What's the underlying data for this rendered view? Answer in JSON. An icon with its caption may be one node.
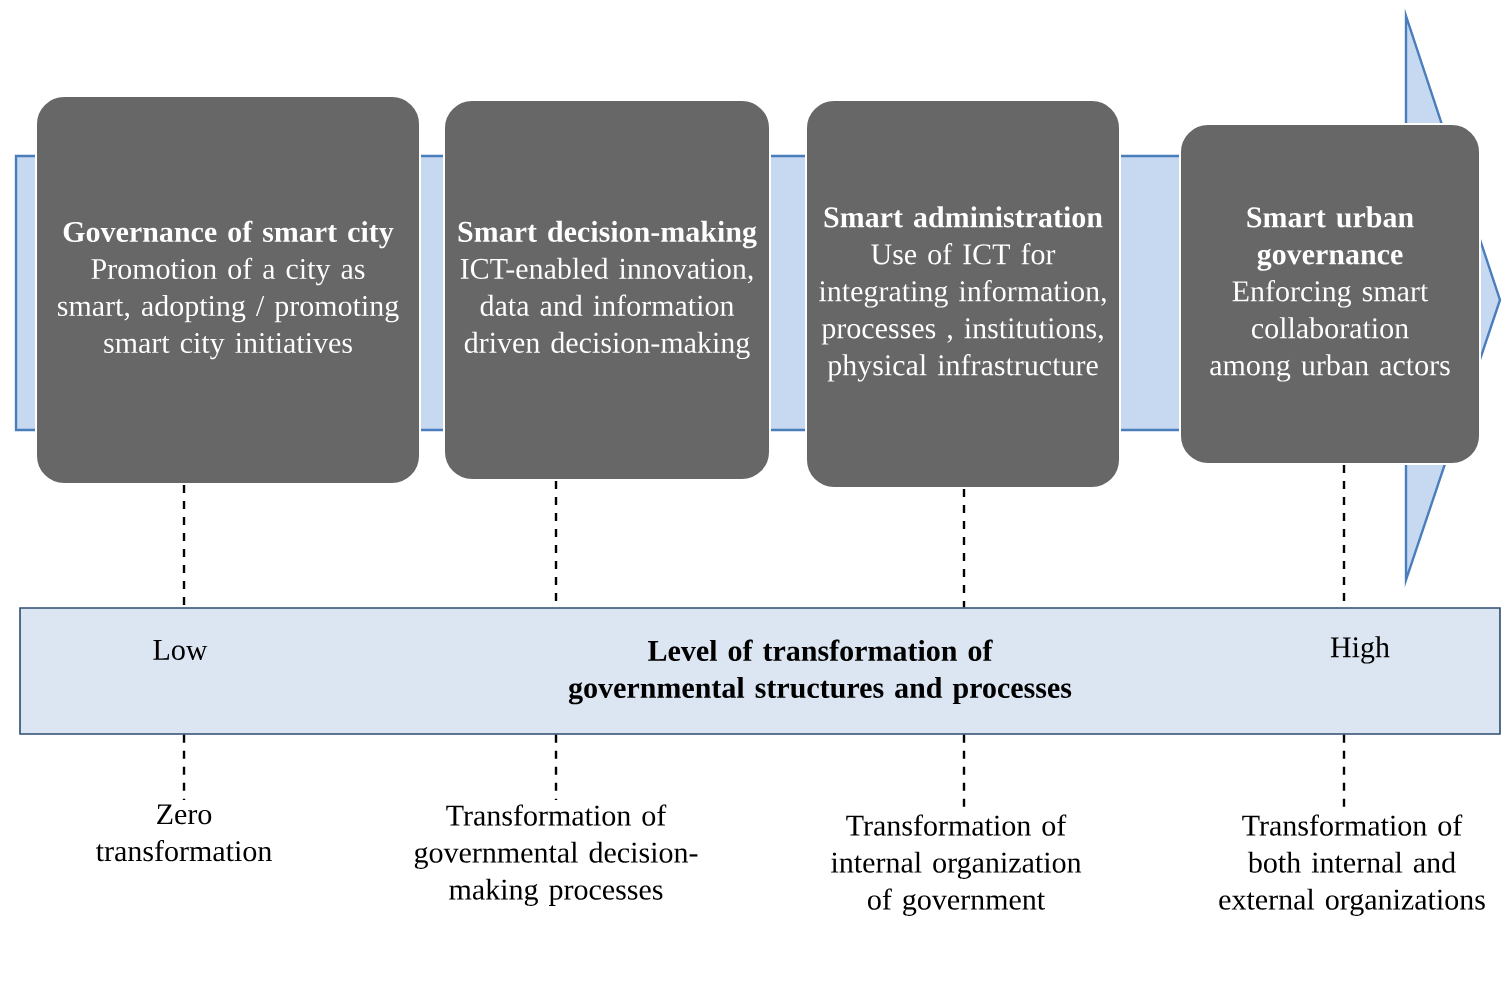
{
  "diagram": {
    "nodes": [
      {
        "text": [
          "Governance of smart city",
          "Promotion of a city as smart, adopting / promoting smart city initiatives"
        ]
      },
      {
        "text": [
          "Smart decision-making",
          "ICT-enabled innovation, data and information driven decision-making"
        ]
      },
      {
        "text": [
          "Smart administration",
          "Use of ICT for integrating information, processes , institutions, physical infrastructure"
        ]
      },
      {
        "text": [
          "Smart urban governance",
          "Enforcing smart collaboration among urban actors"
        ]
      },
      {
        "text": [
          "Low",
          "Level of transformation of governmental structures and processes",
          "High"
        ]
      },
      {
        "text": [
          "Zero transformation"
        ]
      },
      {
        "text": [
          "Transformation of governmental decision-making processes"
        ]
      },
      {
        "text": [
          "Transformation of internal organization of government"
        ]
      },
      {
        "text": [
          "Transformation of both internal and external organizations"
        ]
      }
    ],
    "edges": [
      {
        "from": 0,
        "to": 4,
        "arrow": "none",
        "style": "dashed"
      },
      {
        "from": 1,
        "to": 4,
        "arrow": "none",
        "style": "dashed"
      },
      {
        "from": 2,
        "to": 4,
        "arrow": "none",
        "style": "dashed"
      },
      {
        "from": 3,
        "to": 4,
        "arrow": "none",
        "style": "dashed"
      },
      {
        "from": 4,
        "to": 5,
        "arrow": "none",
        "style": "dashed"
      },
      {
        "from": 4,
        "to": 6,
        "arrow": "none",
        "style": "dashed"
      },
      {
        "from": 4,
        "to": 7,
        "arrow": "none",
        "style": "dashed"
      },
      {
        "from": 4,
        "to": 8,
        "arrow": "none",
        "style": "dashed"
      }
    ]
  }
}
